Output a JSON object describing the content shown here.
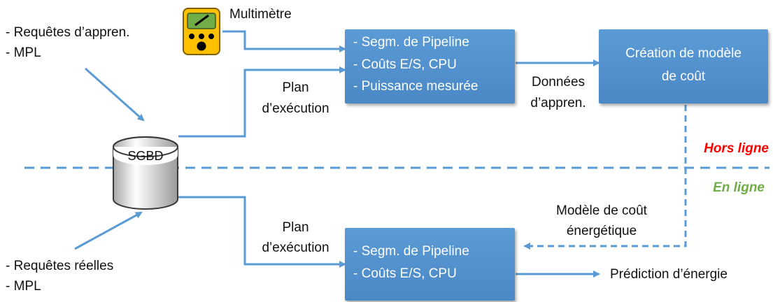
{
  "inputs_top": {
    "line1": "- Requêtes d’appren.",
    "line2": "- MPL"
  },
  "inputs_bottom": {
    "line1": "- Requêtes réelles",
    "line2": "- MPL"
  },
  "multimeter": {
    "label": "Multimètre"
  },
  "dbms": {
    "label": "SGBD"
  },
  "plan_top": {
    "line1": "Plan",
    "line2": "d’exécution"
  },
  "plan_bottom": {
    "line1": "Plan",
    "line2": "d’exécution"
  },
  "box_features_offline": {
    "items": [
      "- Segm. de Pipeline",
      "- Coûts E/S, CPU",
      "- Puissance mesurée"
    ]
  },
  "training_data": {
    "line1": "Données",
    "line2": "d’appren."
  },
  "box_model_creation": {
    "line1": "Création de modèle",
    "line2": "de coût"
  },
  "phase_offline": {
    "label": "Hors ligne",
    "color": "#ff0000"
  },
  "phase_online": {
    "label": "En ligne",
    "color": "#70ad47"
  },
  "energy_model": {
    "line1": "Modèle de coût",
    "line2": "énergétique"
  },
  "box_features_online": {
    "items": [
      "- Segm. de Pipeline",
      "- Coûts E/S, CPU"
    ]
  },
  "prediction": {
    "label": "Prédiction d’énergie"
  }
}
